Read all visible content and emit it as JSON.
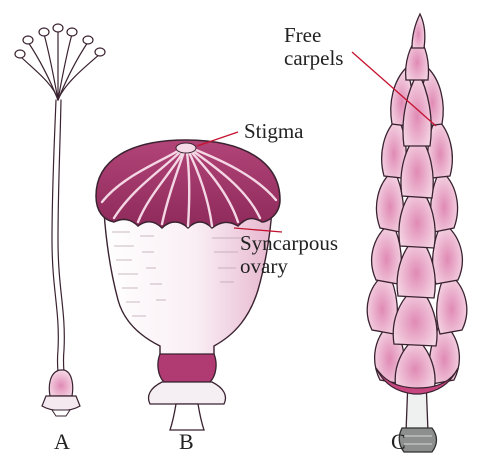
{
  "labels": {
    "free_carpels": [
      "Free",
      "carpels"
    ],
    "stigma": "Stigma",
    "syncarpous_ovary": [
      "Syncarpous",
      "ovary"
    ]
  },
  "panels": [
    "A",
    "B",
    "C"
  ],
  "colors": {
    "pink_dark": "#9c2f63",
    "pink_mid": "#cf6e9d",
    "pink_light": "#f2c9dd",
    "outline": "#3a2230",
    "pointer_line": "#c4122f"
  }
}
